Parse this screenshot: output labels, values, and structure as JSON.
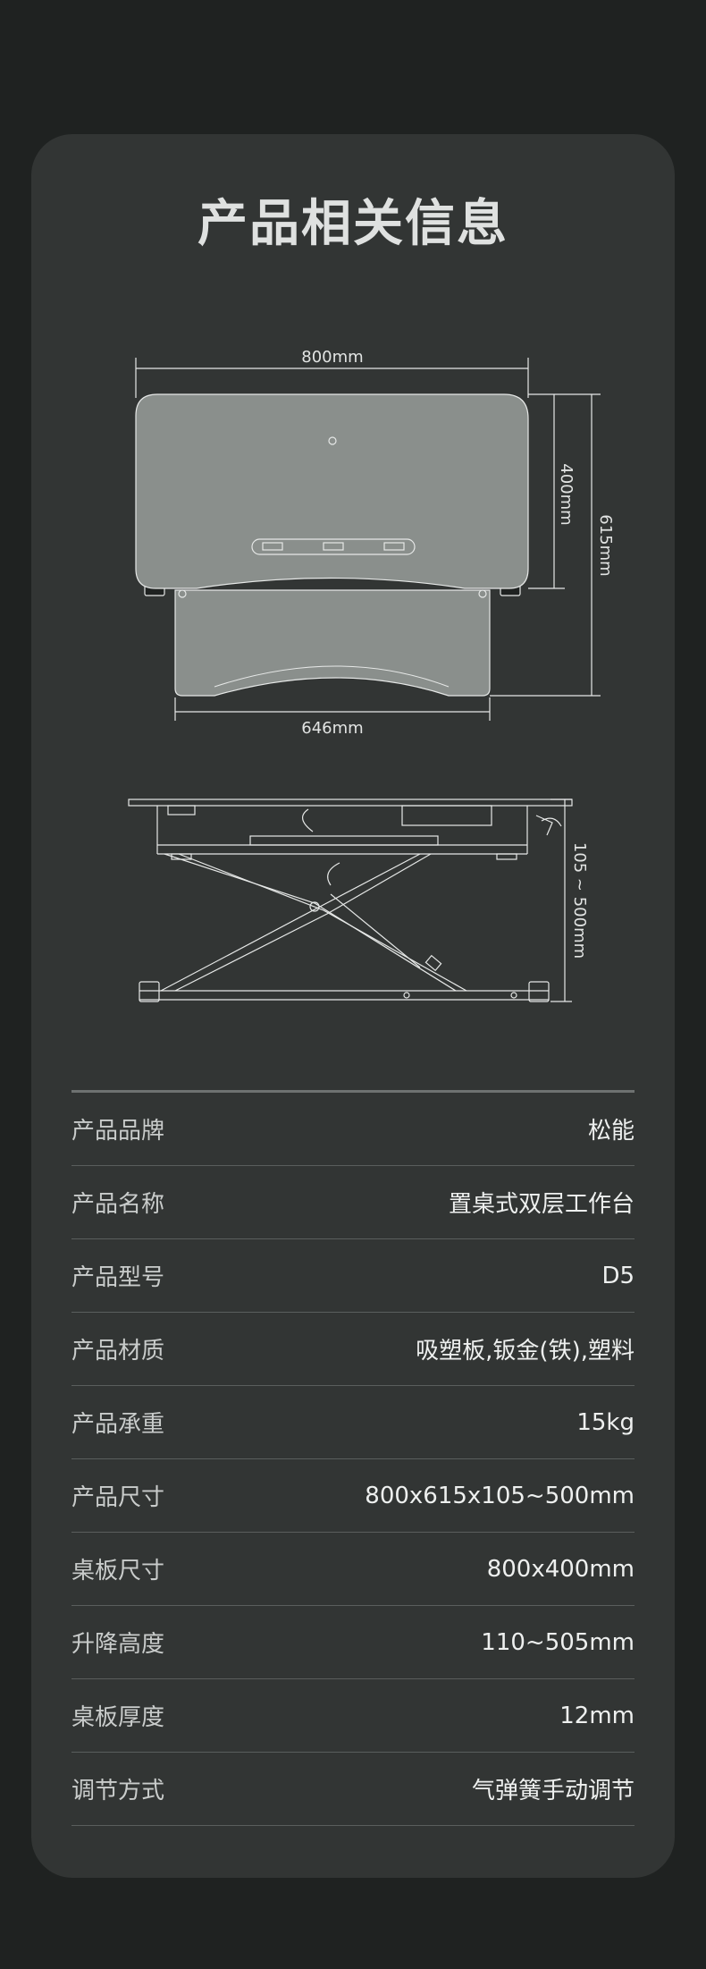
{
  "page": {
    "title": "产品相关信息"
  },
  "diagram": {
    "top_view": {
      "width_label": "800mm",
      "depth_label": "400mm",
      "total_depth_label": "615mm",
      "lower_width_label": "646mm"
    },
    "side_view": {
      "height_label": "105 ~ 500mm"
    }
  },
  "specs": [
    {
      "key": "产品品牌",
      "value": "松能"
    },
    {
      "key": "产品名称",
      "value": "置桌式双层工作台"
    },
    {
      "key": "产品型号",
      "value": "D5"
    },
    {
      "key": "产品材质",
      "value": "吸塑板,钣金(铁),塑料"
    },
    {
      "key": "产品承重",
      "value": "15kg"
    },
    {
      "key": "产品尺寸",
      "value": "800x615x105~500mm"
    },
    {
      "key": "桌板尺寸",
      "value": "800x400mm"
    },
    {
      "key": "升降高度",
      "value": "110~505mm"
    },
    {
      "key": "桌板厚度",
      "value": "12mm"
    },
    {
      "key": "调节方式",
      "value": "气弹簧手动调节"
    }
  ],
  "colors": {
    "background": "#1f2221",
    "card": "#323534",
    "desk": "#8a8f8c",
    "line": "#e6e8e7"
  }
}
